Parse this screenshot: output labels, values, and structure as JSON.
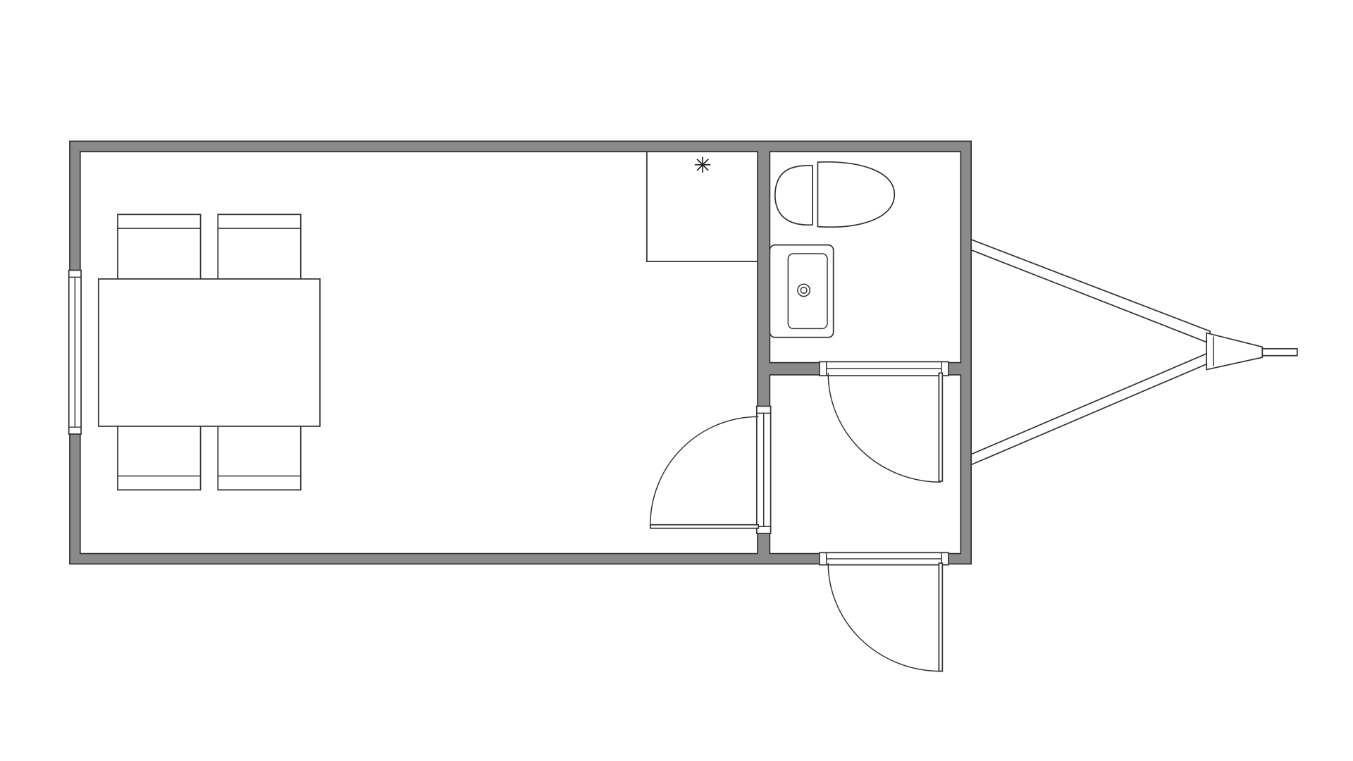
{
  "drawing": {
    "kind": "floor plan",
    "colors": {
      "wall_fill": "#8a8a8a",
      "stroke": "#333333",
      "background": "#ffffff"
    },
    "elements": [
      "exterior-walls",
      "interior-partition",
      "dining-table",
      "chair",
      "chair",
      "chair",
      "chair",
      "window",
      "kitchen-counter",
      "cooktop-icon",
      "toilet",
      "washbasin",
      "door-swing",
      "door-swing",
      "door-swing",
      "trailer-hitch"
    ]
  }
}
